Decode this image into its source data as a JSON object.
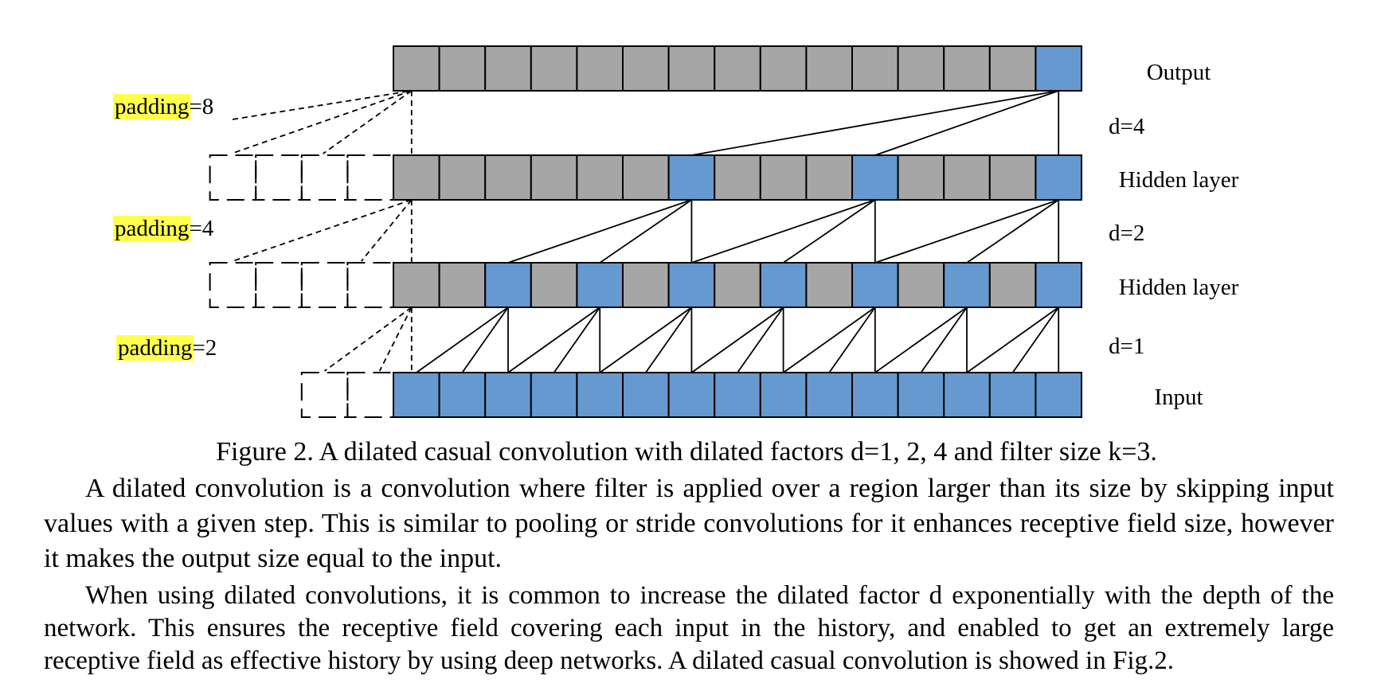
{
  "diagram": {
    "layers": [
      {
        "label": "Output",
        "cells": 15,
        "highlighted": [
          14
        ]
      },
      {
        "label": "Hidden layer",
        "cells": 15,
        "highlighted": [
          6,
          10,
          14
        ]
      },
      {
        "label": "Hidden layer",
        "cells": 15,
        "highlighted": [
          2,
          4,
          6,
          8,
          10,
          12,
          14
        ]
      },
      {
        "label": "Input",
        "cells": 15,
        "highlighted": [
          0,
          1,
          2,
          3,
          4,
          5,
          6,
          7,
          8,
          9,
          10,
          11,
          12,
          13,
          14
        ]
      }
    ],
    "dilations": [
      "d=4",
      "d=2",
      "d=1"
    ],
    "paddings": [
      {
        "word": "padding",
        "value": "=8",
        "count": 4
      },
      {
        "word": "padding",
        "value": "=4",
        "count": 4
      },
      {
        "word": "padding",
        "value": "=2",
        "count": 2
      }
    ],
    "colors": {
      "gray": "#a6a6a6",
      "blue": "#6699d0",
      "highlight": "#ffff4d",
      "line": "#000000"
    }
  },
  "caption": "Figure 2. A dilated casual convolution with dilated factors d=1, 2, 4 and filter size k=3.",
  "paragraphs": [
    "A dilated convolution is a convolution where filter is applied over a region larger than its size by skipping input values with a given step. This is similar to pooling or stride convolutions for it enhances receptive field size, however it makes the output size equal to the input.",
    "When using dilated convolutions, it is common to increase the dilated factor d exponentially with the depth of the network. This ensures the receptive field covering each input in the history, and enabled to get an extremely large receptive field as effective history by using deep networks. A dilated casual convolution is showed in Fig.2."
  ]
}
